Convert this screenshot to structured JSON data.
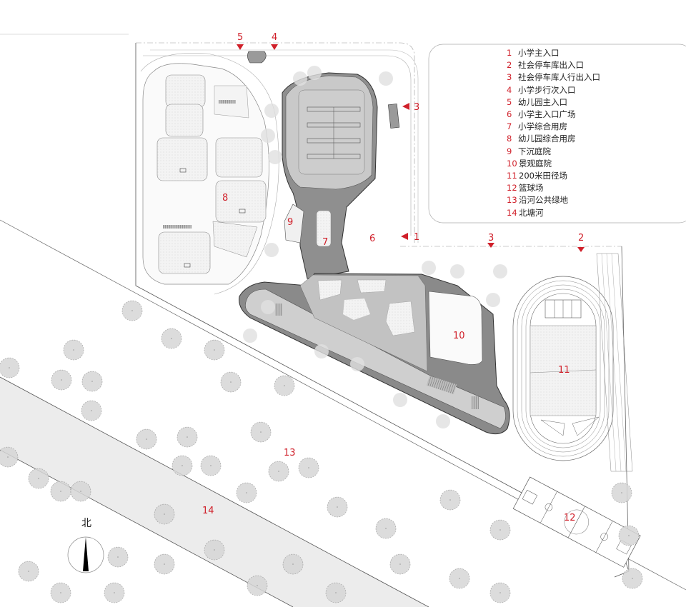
{
  "diagram": {
    "type": "site-plan",
    "north_label": "北",
    "colors": {
      "accent_red": "#d0202a",
      "building_dark": "#8a8a8a",
      "building_roof": "#c8c8c8",
      "river": "#ececec",
      "tree": "#d9d9d9"
    }
  },
  "legend": {
    "items": [
      {
        "num": "1",
        "label": "小学主入口"
      },
      {
        "num": "2",
        "label": "社会停车库出入口"
      },
      {
        "num": "3",
        "label": "社会停车库人行出入口"
      },
      {
        "num": "4",
        "label": "小学步行次入口"
      },
      {
        "num": "5",
        "label": "幼儿园主入口"
      },
      {
        "num": "6",
        "label": "小学主入口广场"
      },
      {
        "num": "7",
        "label": "小学综合用房"
      },
      {
        "num": "8",
        "label": "幼儿园综合用房"
      },
      {
        "num": "9",
        "label": "下沉庭院"
      },
      {
        "num": "10",
        "label": "景观庭院"
      },
      {
        "num": "11",
        "label": "200米田径场"
      },
      {
        "num": "12",
        "label": "篮球场"
      },
      {
        "num": "13",
        "label": "沿河公共绿地"
      },
      {
        "num": "14",
        "label": "北塘河"
      }
    ]
  },
  "markers": {
    "entry_5": "5",
    "entry_4": "4",
    "entry_3_east": "3",
    "entry_1": "1",
    "entry_3_south": "3",
    "entry_2": "2"
  },
  "zone_labels": {
    "z6": "6",
    "z7": "7",
    "z8": "8",
    "z9": "9",
    "z10": "10",
    "z11": "11",
    "z12": "12",
    "z13": "13",
    "z14": "14"
  }
}
